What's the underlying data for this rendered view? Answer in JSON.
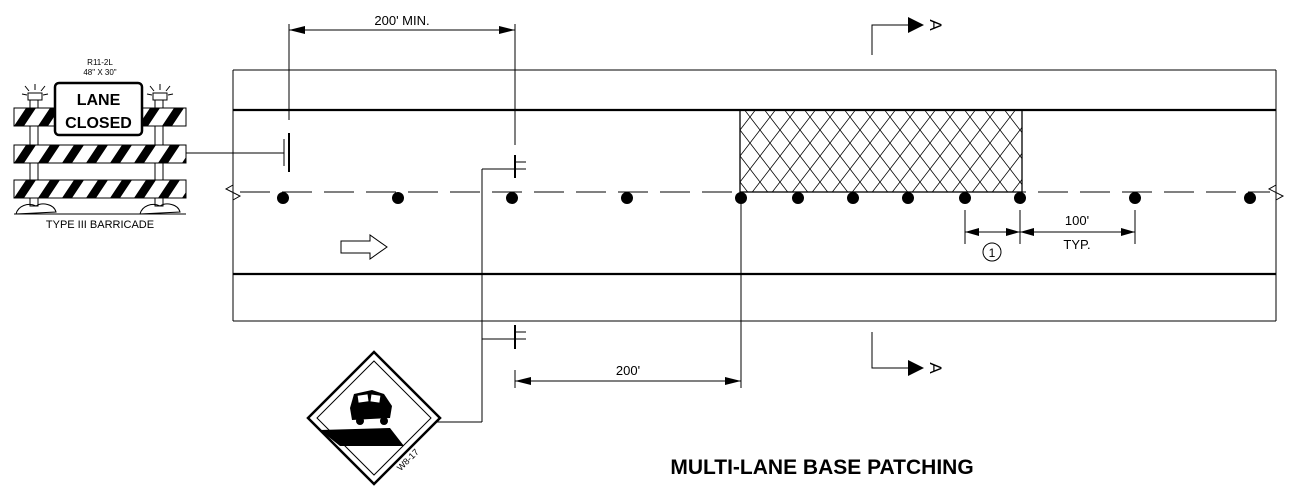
{
  "title": "MULTI-LANE BASE PATCHING",
  "dimensions": {
    "top_min": "200' MIN.",
    "bottom": "200'",
    "spacing": "100'",
    "spacing_note": "TYP.",
    "callout": "1"
  },
  "section": {
    "label": "A"
  },
  "barricade": {
    "sign_code": "R11-2L",
    "sign_size": "48\" X 30\"",
    "sign_line1": "LANE",
    "sign_line2": "CLOSED",
    "caption": "TYPE III BARRICADE"
  },
  "warning_sign": {
    "code": "W8-17"
  },
  "colors": {
    "ink": "#000000",
    "background": "#ffffff"
  }
}
